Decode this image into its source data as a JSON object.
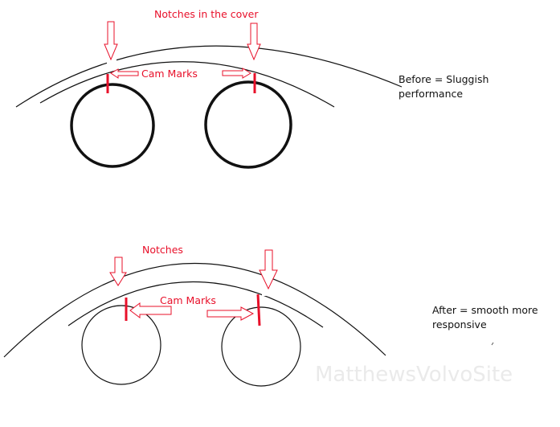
{
  "colors": {
    "annotation": "#e8102a",
    "line": "#111111",
    "watermark": "#d9d9d9"
  },
  "before": {
    "notches_label": "Notches in the cover",
    "cam_marks_label": "Cam Marks",
    "description_line1": "Before = Sluggish",
    "description_line2": "performance"
  },
  "after": {
    "notches_label": "Notches",
    "cam_marks_label": "Cam Marks",
    "description_line1": "After = smooth  more",
    "description_line2": "responsive"
  },
  "watermark": "MatthewsVolvoSite"
}
